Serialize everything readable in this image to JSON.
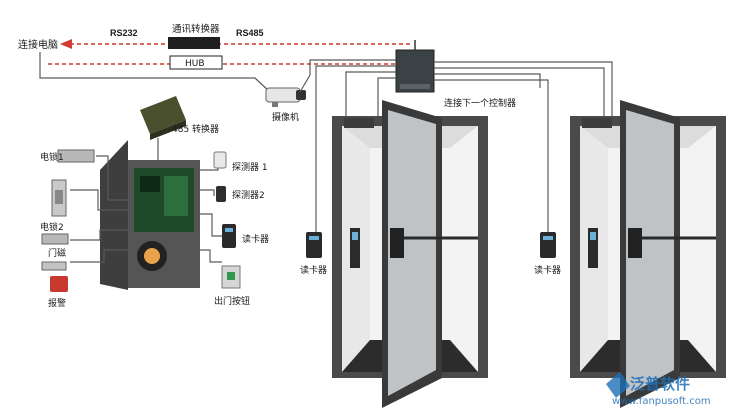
{
  "labels": {
    "pc": "连接电脑",
    "rs232": "RS232",
    "converter": "通讯转换器",
    "rs485": "RS485",
    "hub": "HUB",
    "camera": "摄像机",
    "next_controller": "连接下一个控制器",
    "converter_485": "485 转换器",
    "lock1": "电锁1",
    "lock2": "电锁2",
    "door_sensor": "门磁",
    "alarm": "报警",
    "detector1": "探测器 1",
    "detector2": "探测器2",
    "reader_panel": "读卡器",
    "exit_button": "出门按钮",
    "reader_door1": "读卡器",
    "reader_door2": "读卡器"
  },
  "watermark": {
    "brand": "泛普软件",
    "url": "www.fanpusoft.com"
  },
  "colors": {
    "red_signal": "#d43a2f",
    "door_frame": "#3a3a3a",
    "device_dark": "#2f3437",
    "watermark_blue": "#1f6fb5"
  }
}
